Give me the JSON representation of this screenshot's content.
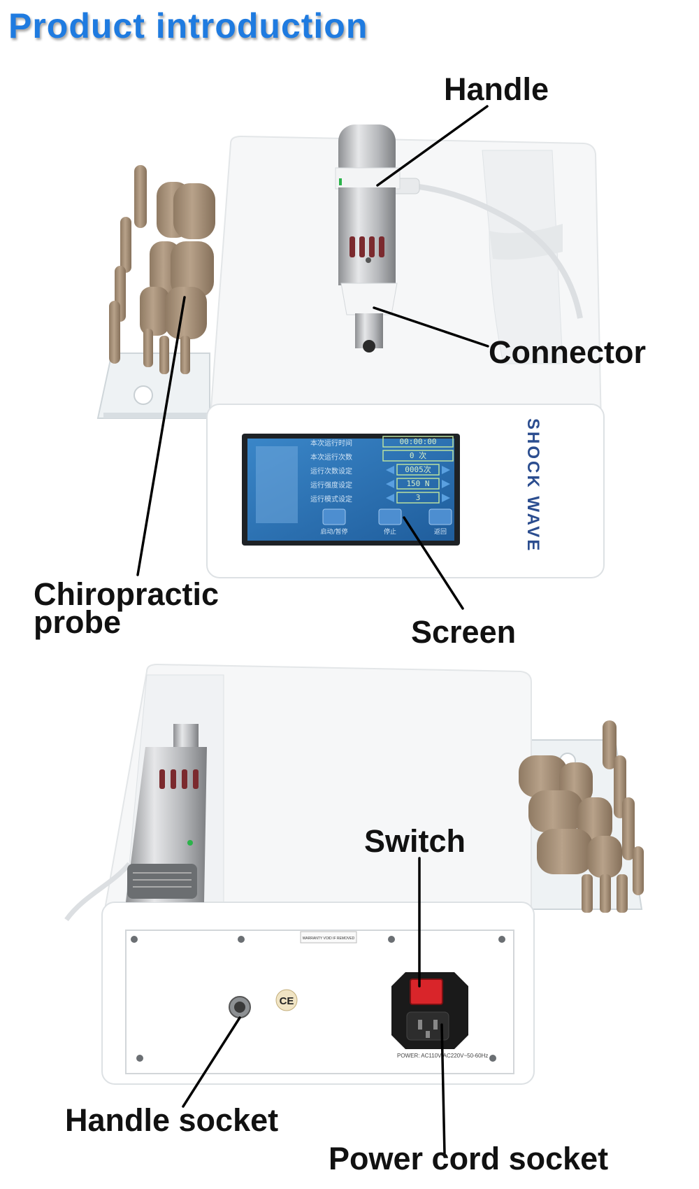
{
  "title": "Product introduction",
  "labels": {
    "handle": "Handle",
    "connector": "Connector",
    "chiropractic_probe_line1": "Chiropractic",
    "chiropractic_probe_line2": "probe",
    "screen": "Screen",
    "switch": "Switch",
    "handle_socket": "Handle socket",
    "power_cord_socket": "Power cord socket"
  },
  "device": {
    "brand_text": "SHOCK WAVE",
    "screen_rows": [
      {
        "label": "本次运行时间",
        "value": "00:00:00"
      },
      {
        "label": "本次运行次数",
        "value": "0 次"
      },
      {
        "label": "运行次数设定",
        "value": "0005次"
      },
      {
        "label": "运行强度设定",
        "value": "150 N"
      },
      {
        "label": "运行模式设定",
        "value": "3"
      }
    ],
    "screen_buttons": [
      "启动/暂停",
      "停止",
      "返回"
    ],
    "ce_mark": "CE",
    "sticker_text": "WARRANTY VOID IF REMOVED",
    "power_text": "POWER: AC110V-AC220V~50-60Hz"
  },
  "colors": {
    "title": "#1f7be0",
    "screen_bg": "#2f6fb0",
    "probe": "#a8927a",
    "switch": "#d9252a",
    "brand_text": "#2b4d8f"
  }
}
